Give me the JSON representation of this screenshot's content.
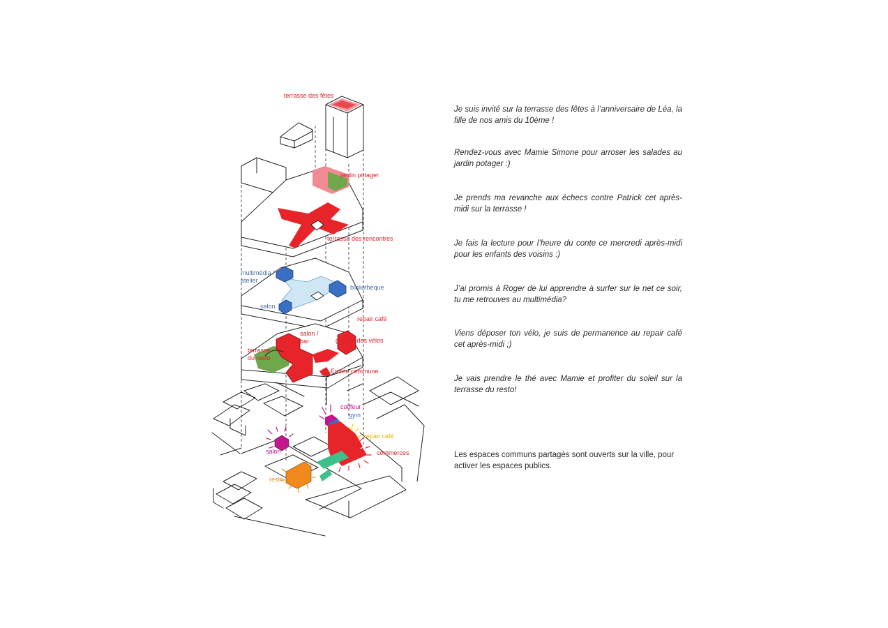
{
  "colors": {
    "red": "#e8242b",
    "pink": "#f08a93",
    "green": "#6ea84a",
    "blue": "#3a6fc4",
    "lightblue": "#cfe6f5",
    "magenta": "#c2168c",
    "orange": "#f08a1c",
    "yellow": "#f5d800",
    "teal": "#3fbf8a",
    "lineart": "#222222",
    "redlabel": "#d9262b",
    "bluelabel": "#4a6fa8"
  },
  "labels": {
    "terrasse_fetes": "terrasse des fêtes",
    "jardin_potager": "jardin potager",
    "terrasse_rencontres": "terrasse des rencontres",
    "multimedia_line1": "multimédia /",
    "multimedia_line2": "atelier",
    "bibliotheque": "bibliothèque",
    "salon_blue": "salon",
    "repair_cafe_red": "repair café",
    "salon_bar_line1": "salon /",
    "salon_bar_line2": "bar",
    "garage_velos": "garage des vélos",
    "terrasse_resto_line1": "terrasse",
    "terrasse_resto_line2": "du resto",
    "entree_commune": "Entrée commune",
    "coiffeur": "coiffeur",
    "gym": "gym",
    "repair_cafe_yellow": "repair café",
    "commerces": "commerces",
    "salon_magenta": "salon",
    "resto": "resto"
  },
  "stories": [
    "Je suis invité sur la terrasse des fêtes à l’anniversaire de Léa, la fille de nos amis du 10ème !",
    "Rendez-vous avec Mamie Simone pour arroser les salades au jardin potager :)",
    "Je prends ma revanche aux échecs contre Patrick cet après-midi sur la terrasse !",
    "Je fais la lecture pour l’heure du conte ce mercredi après-midi pour les enfants des voisins :)",
    "J’ai promis à Roger de lui apprendre à surfer sur le net ce soir, tu me retrouves au multimédia?",
    "Viens déposer ton vélo, je suis de permanence au repair café cet après-midi ;)",
    "Je vais prendre le thé avec Mamie et profiter du soleil sur la terrasse du resto!"
  ],
  "conclusion": "Les espaces communs partagés sont ouverts sur la ville, pour activer les espaces publics."
}
